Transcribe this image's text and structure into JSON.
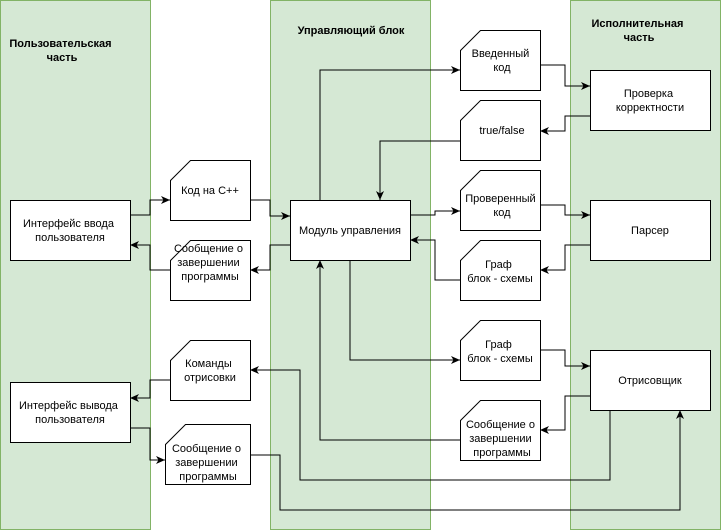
{
  "lanes": {
    "user": [
      "Пользовательская",
      "часть"
    ],
    "control": [
      "Управляющий блок"
    ],
    "exec": [
      "Исполнительная",
      "часть"
    ]
  },
  "nodes": {
    "input_interface": [
      "Интерфейс ввода",
      "пользователя"
    ],
    "output_interface": [
      "Интерфейс вывода",
      "пользователя"
    ],
    "cpp_code": [
      "Код на С++"
    ],
    "finish_msg_1": [
      "Сообщение о",
      "завершении",
      "программы"
    ],
    "draw_commands": [
      "Команды",
      "отрисовки"
    ],
    "finish_msg_2": [
      "Сообщение о",
      "завершении",
      "программы"
    ],
    "control_module": [
      "Модуль управления"
    ],
    "entered_code": [
      "Введенный",
      "код"
    ],
    "true_false": [
      "true/false"
    ],
    "checked_code": [
      "Проверенный",
      "код"
    ],
    "graph_1": [
      "Граф",
      "блок - схемы"
    ],
    "graph_2": [
      "Граф",
      "блок - схемы"
    ],
    "finish_msg_3": [
      "Сообщение о",
      "завершении",
      "программы"
    ],
    "validation": [
      "Проверка",
      "корректности"
    ],
    "parser": [
      "Парсер"
    ],
    "renderer": [
      "Отрисовщик"
    ]
  }
}
